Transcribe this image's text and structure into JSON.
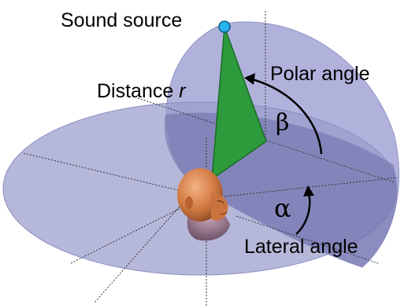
{
  "labels": {
    "sound_source": "Sound source",
    "distance": "Distance",
    "distance_var": "r",
    "polar_angle": "Polar angle",
    "beta": "β",
    "alpha": "α",
    "lateral_angle": "Lateral angle"
  },
  "colors": {
    "horizontal_plane": "#9a9ccc",
    "median_plane": "#a3a5d6",
    "overlap": "#6b6da8",
    "source_triangle": "#2d9a3c",
    "source_marker": "#29b2f0",
    "head_skin": "#d9834a"
  }
}
